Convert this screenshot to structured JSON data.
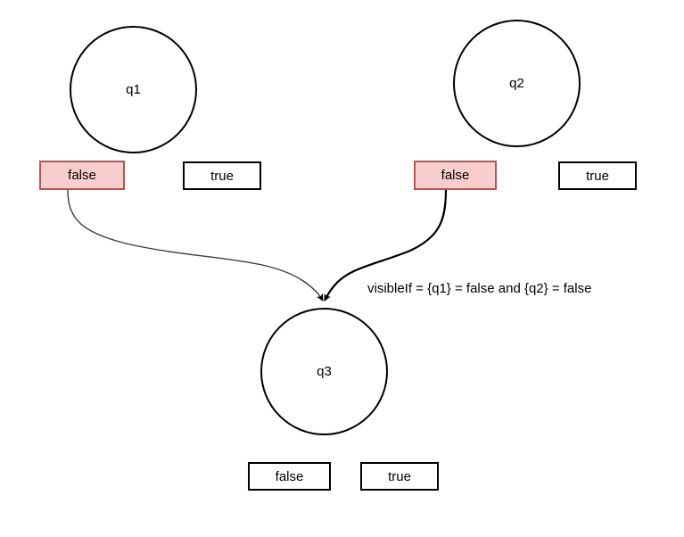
{
  "diagram": {
    "background_color": "#ffffff",
    "stroke_color": "#000000",
    "highlight_fill": "#f8cecc",
    "highlight_stroke": "#b85450",
    "nodes": [
      {
        "id": "q1",
        "label": "q1"
      },
      {
        "id": "q2",
        "label": "q2"
      },
      {
        "id": "q3",
        "label": "q3"
      }
    ],
    "options": [
      {
        "id": "q1-false",
        "label": "false",
        "selected": true
      },
      {
        "id": "q1-true",
        "label": "true",
        "selected": false
      },
      {
        "id": "q2-false",
        "label": "false",
        "selected": true
      },
      {
        "id": "q2-true",
        "label": "true",
        "selected": false
      },
      {
        "id": "q3-false",
        "label": "false",
        "selected": false
      },
      {
        "id": "q3-true",
        "label": "true",
        "selected": false
      }
    ],
    "edges": [
      {
        "id": "edge-q1false-q3",
        "from": "q1-false",
        "to": "q3"
      },
      {
        "id": "edge-q2false-q3",
        "from": "q2-false",
        "to": "q3"
      }
    ],
    "edge_label": "visibleIf = {q1} = false and {q2} = false"
  }
}
